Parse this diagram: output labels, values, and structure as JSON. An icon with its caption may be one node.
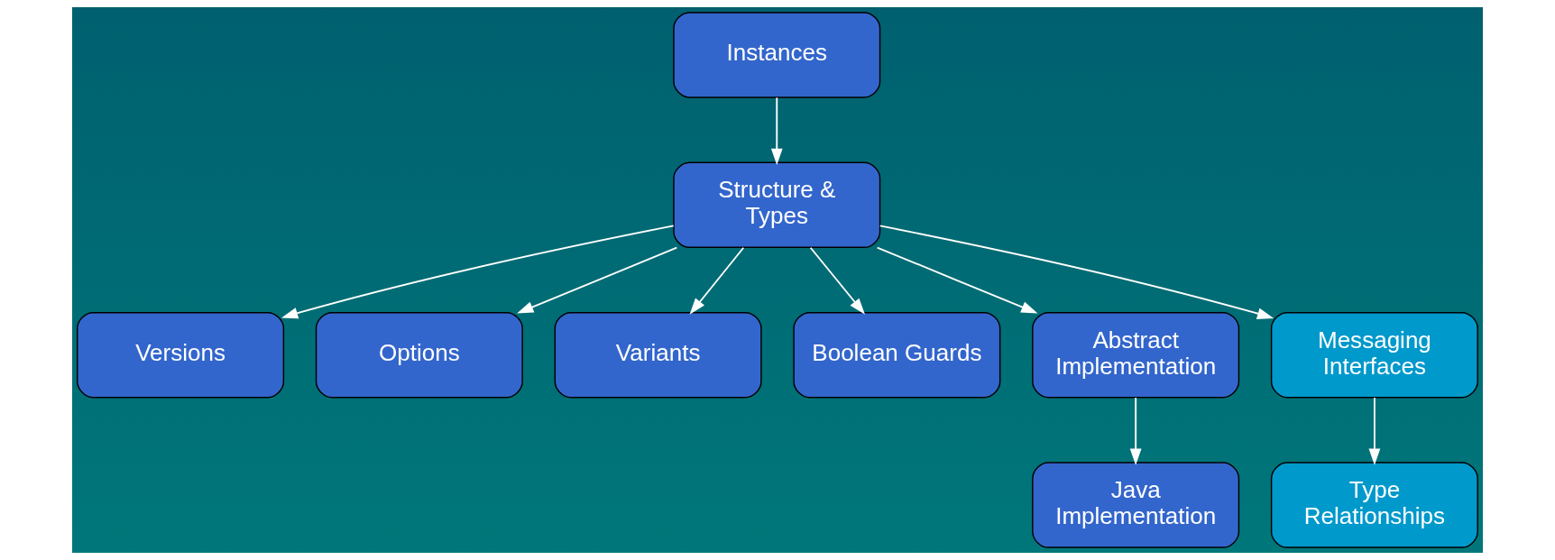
{
  "diagram": {
    "nodes": [
      {
        "text": [
          "Instances"
        ]
      },
      {
        "text": [
          "Structure & Types"
        ]
      },
      {
        "text": [
          "Versions"
        ]
      },
      {
        "text": [
          "Options"
        ]
      },
      {
        "text": [
          "Variants"
        ]
      },
      {
        "text": [
          "Boolean Guards"
        ]
      },
      {
        "text": [
          "Abstract Implementation"
        ]
      },
      {
        "text": [
          "Messaging Interfaces"
        ]
      },
      {
        "text": [
          "Java Implementation"
        ]
      },
      {
        "text": [
          "Type Relationships"
        ]
      }
    ],
    "edges": [
      {
        "from": 0,
        "to": 1,
        "arrow": "to"
      },
      {
        "from": 1,
        "to": 2,
        "arrow": "to"
      },
      {
        "from": 1,
        "to": 3,
        "arrow": "to"
      },
      {
        "from": 1,
        "to": 4,
        "arrow": "to"
      },
      {
        "from": 1,
        "to": 5,
        "arrow": "to"
      },
      {
        "from": 1,
        "to": 6,
        "arrow": "to"
      },
      {
        "from": 1,
        "to": 7,
        "arrow": "to"
      },
      {
        "from": 6,
        "to": 8,
        "arrow": "to"
      },
      {
        "from": 7,
        "to": 9,
        "arrow": "to"
      }
    ]
  }
}
